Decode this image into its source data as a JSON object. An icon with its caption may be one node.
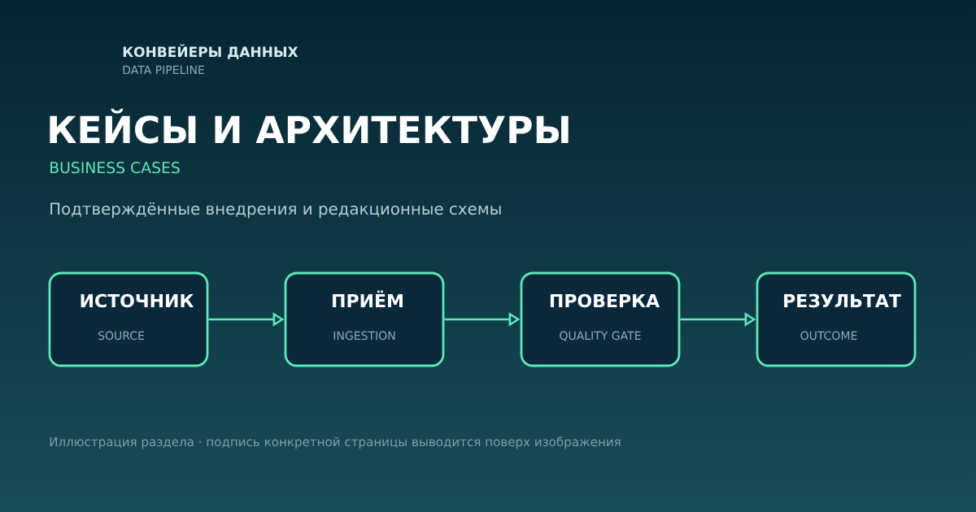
{
  "diagram": {
    "title": "КЕЙСЫ И АРХИТЕКТУРЫ",
    "caption": "Иллюстрация раздела · подпись конкретной страницы выводится поверх изображения",
    "nodes": [
      {
        "text": [
          "ИСТОЧНИК",
          "SOURCE"
        ]
      },
      {
        "text": [
          "ПРИЁМ",
          "INGESTION"
        ]
      },
      {
        "text": [
          "ПРОВЕРКА",
          "QUALITY GATE"
        ]
      },
      {
        "text": [
          "РЕЗУЛЬТАТ",
          "OUTCOME"
        ]
      }
    ],
    "edges": [
      {
        "from": 0,
        "to": 1,
        "arrow": "to"
      },
      {
        "from": 1,
        "to": 2,
        "arrow": "to"
      },
      {
        "from": 2,
        "to": 3,
        "arrow": "to"
      }
    ],
    "labels": [
      "КОНВЕЙЕРЫ ДАННЫХ",
      "DATA PIPELINE",
      "BUSINESS CASES",
      "Подтверждённые внедрения и редакционные схемы"
    ]
  }
}
